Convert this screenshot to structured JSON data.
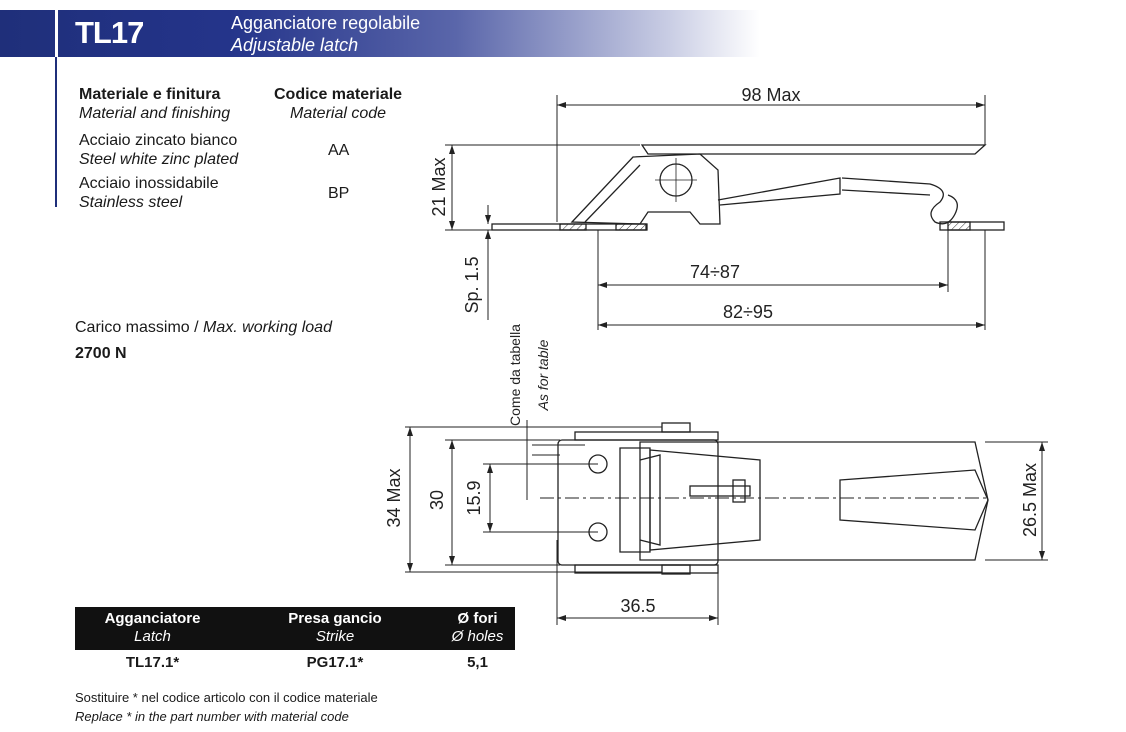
{
  "header": {
    "code": "TL17",
    "title_it": "Agganciatore regolabile",
    "title_en": "Adjustable latch",
    "brand_color": "#1f2f7a"
  },
  "materials": {
    "col_header_it": "Materiale e finitura",
    "col_header_en": "Material and finishing",
    "code_header_it": "Codice materiale",
    "code_header_en": "Material code",
    "rows": [
      {
        "name_it": "Acciaio zincato bianco",
        "name_en": "Steel white zinc plated",
        "code": "AA"
      },
      {
        "name_it": "Acciaio inossidabile",
        "name_en": "Stainless steel",
        "code": "BP"
      }
    ]
  },
  "load": {
    "label_it": "Carico massimo /",
    "label_en": "Max. working load",
    "value": "2700 N"
  },
  "drawing": {
    "dims": {
      "overall_length": "98 Max",
      "height": "21 Max",
      "thickness": "Sp. 1.5",
      "adjust_range_1": "74÷87",
      "adjust_range_2": "82÷95",
      "width_max": "34 Max",
      "hole_pitch_outer": "30",
      "hole_pitch": "15.9",
      "body_width": "26.5 Max",
      "hole_offset": "36.5"
    },
    "note_it": "Come da tabella",
    "note_en": "As for table"
  },
  "parts_table": {
    "headers": [
      {
        "label": "Agganciatore",
        "sub": "Latch"
      },
      {
        "label": "Presa gancio",
        "sub": "Strike"
      },
      {
        "label": "Ø fori",
        "sub": "Ø holes"
      }
    ],
    "row": [
      "TL17.1*",
      "PG17.1*",
      "5,1"
    ]
  },
  "footnote": {
    "it": "Sostituire * nel codice articolo con il codice materiale",
    "en": "Replace * in the part number with material code"
  }
}
